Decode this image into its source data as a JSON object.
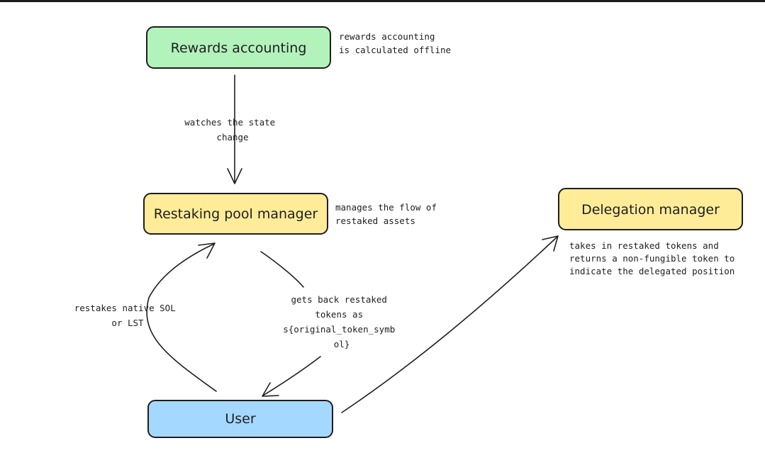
{
  "nodes": {
    "rewards_accounting": {
      "label": "Rewards accounting",
      "fill": "#b2f2bb"
    },
    "restaking_pool_manager": {
      "label": "Restaking pool manager",
      "fill": "#ffec99"
    },
    "delegation_manager": {
      "label": "Delegation manager",
      "fill": "#ffec99"
    },
    "user": {
      "label": "User",
      "fill": "#a5d8ff"
    }
  },
  "notes": {
    "rewards_accounting": [
      "rewards accounting",
      "is calculated offline"
    ],
    "restaking_pool_manager": [
      "manages the flow of",
      "restaked assets"
    ],
    "delegation_manager": [
      "takes in restaked tokens and",
      "returns a non-fungible token to",
      "indicate the delegated position"
    ]
  },
  "edges": {
    "rewards_to_pool": [
      "watches the state",
      "change"
    ],
    "user_to_pool": [
      "restakes native SOL",
      "or LST"
    ],
    "pool_to_user": [
      "gets back restaked",
      "tokens as",
      "s{original_token_symb",
      "ol}"
    ],
    "user_to_delegation": []
  }
}
